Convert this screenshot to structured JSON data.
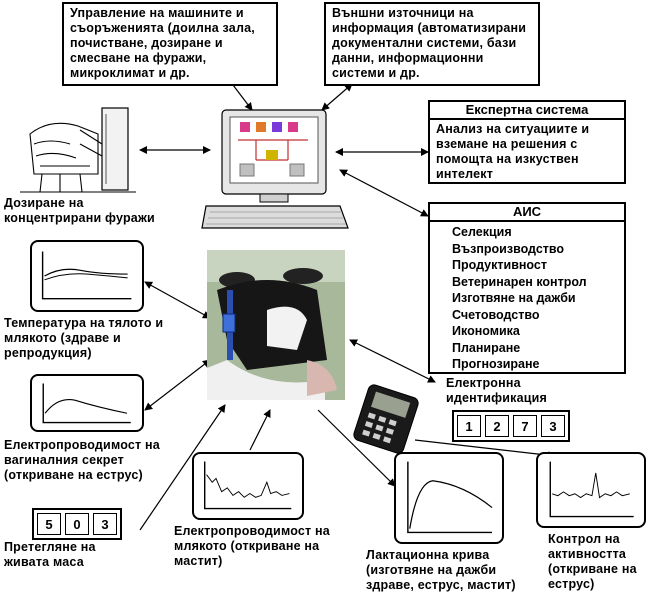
{
  "boxes": {
    "machines": "Управление на машините и съоръженията (доилна зала, почистване, дозиране и смесване на фуражи, микроклимат и др.",
    "external": "Външни източници на информация (автоматизирани документални системи, бази данни, информационни системи и др.",
    "expert_title": "Експертна система",
    "expert_body": "Анализ на ситуациите и вземане на решения с помощта на изкуствен интелект"
  },
  "ais": {
    "title": "АИС",
    "items": [
      "Селекция",
      "Възпроизводство",
      "Продуктивност",
      "Ветеринарен контрол",
      "Изготвяне на дажби",
      "Счетоводство",
      "Икономика",
      "Планиране",
      "Прогнозиране"
    ]
  },
  "labels": {
    "dosing": "Дозиране на концентрирани фуражи",
    "temperature": "Температура на тялото и млякото (здраве и репродукция)",
    "vaginal": "Електропроводимост на вагиналния секрет (откриване на еструс)",
    "weighing": "Претегляне на живата маса",
    "milk_conductivity": "Електропроводимост на млякото (откриване на мастит)",
    "lactation": "Лактационна крива (изготвяне на дажби здраве, еструс, мастит)",
    "activity": "Контрол на активността (откриване на еструс)",
    "eid": "Електронна идентификация"
  },
  "eid_digits": [
    "1",
    "2",
    "7",
    "3"
  ],
  "weight_digits": [
    "5",
    "0",
    "3"
  ]
}
